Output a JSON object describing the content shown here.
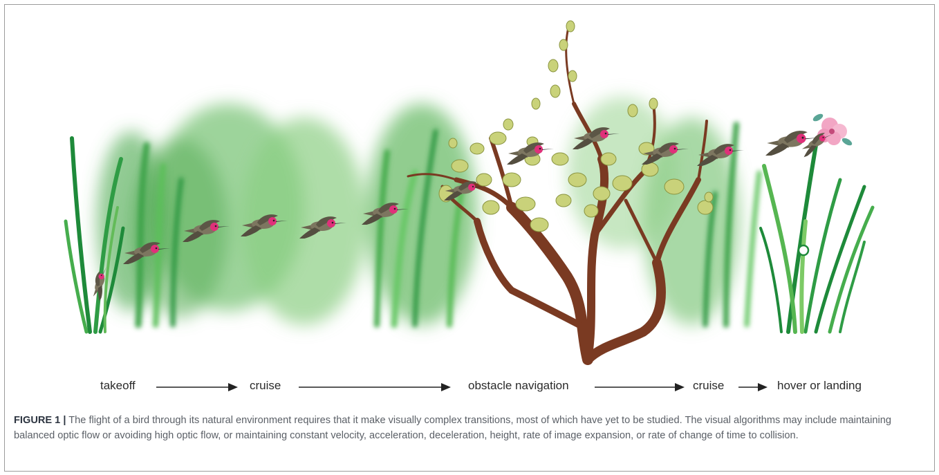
{
  "flight_stages": [
    "takeoff",
    "cruise",
    "obstacle navigation",
    "cruise",
    "hover or landing"
  ],
  "caption": {
    "label": "FIGURE 1 |",
    "text": "The flight of a bird through its natural environment requires that it make visually complex transitions, most of which have yet to be studied. The visual algorithms may include maintaining balanced optic flow or avoiding high optic flow, or maintaining constant velocity, acceleration, deceleration, height, rate of image expansion, or rate of change of time to collision."
  },
  "colors": {
    "grass_dark": "#1e8a3a",
    "grass_light": "#5cb84a",
    "blur_green": "#6dbb6a",
    "branch_brown": "#7a3a22",
    "leaf_yellow": "#c9d27a",
    "bird_head": "#e0307a",
    "bird_body": "#6f6a55",
    "flower_pink": "#f2a6c4"
  }
}
